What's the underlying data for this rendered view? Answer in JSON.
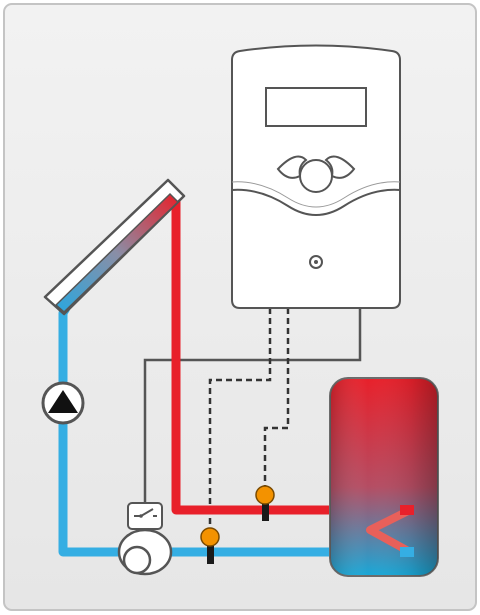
{
  "diagram": {
    "colors": {
      "panel_background": "#eeeeee",
      "panel_border": "#c8c8c8",
      "hot_pipe": "#e8202a",
      "cold_pipe": "#35aee3",
      "control_line": "#555555",
      "sensor": "#f39200",
      "sensor_cable": "#333333",
      "device_fill": "#ffffff",
      "device_outline": "#555555",
      "tank_top": "#e8202a",
      "tank_bottom": "#1aa5d8"
    },
    "components": {
      "collector": "solar-collector",
      "controller": "solar-controller",
      "pump": "circulation-pump",
      "tank": "storage-tank",
      "valve": "valve-actuator",
      "sensors": [
        "collector-return-sensor",
        "tank-flow-sensor"
      ]
    }
  }
}
